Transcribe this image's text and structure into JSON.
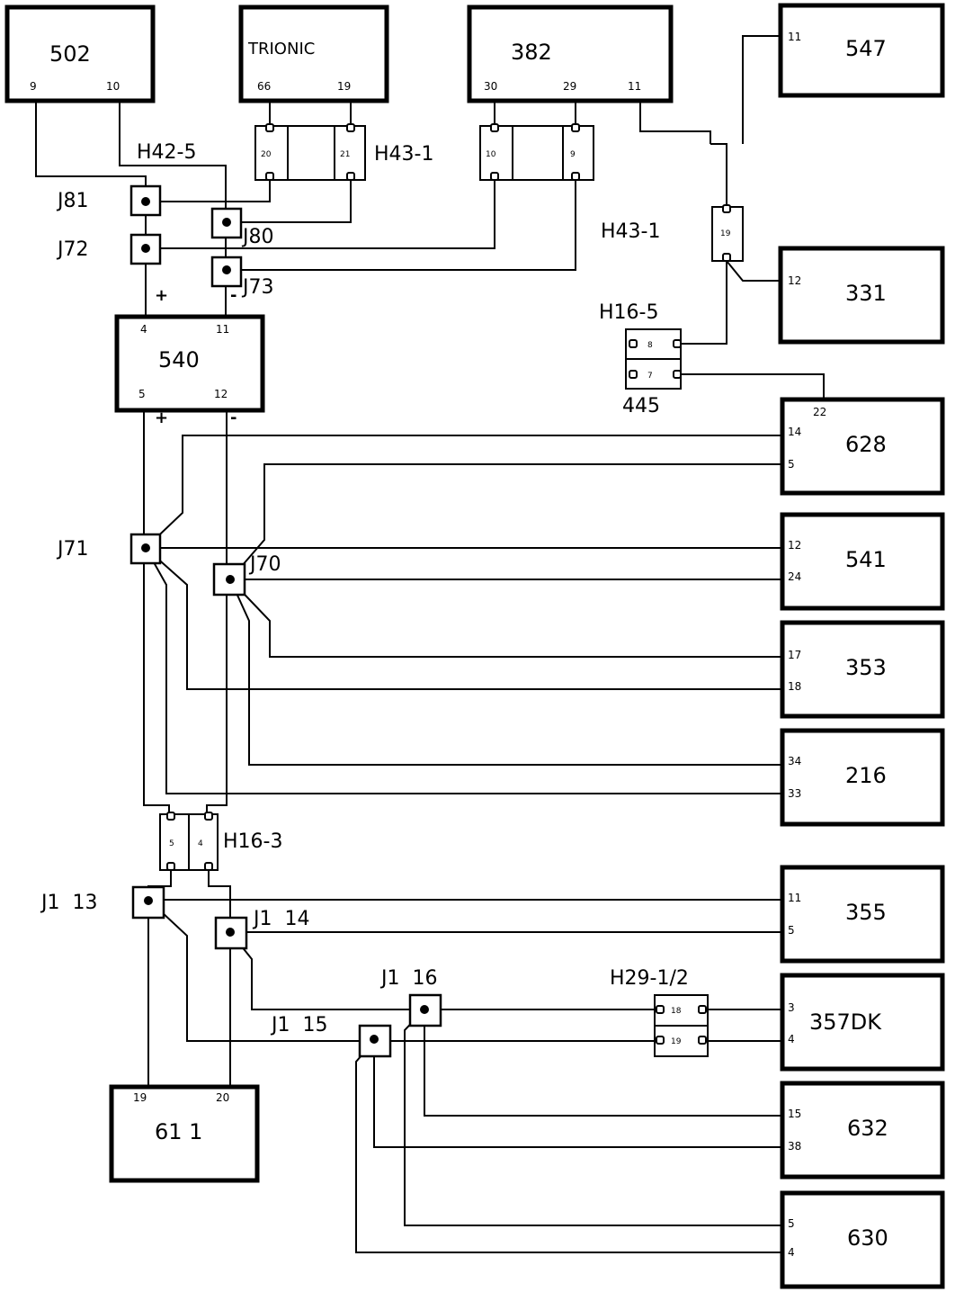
{
  "components": {
    "c502": {
      "name": "502",
      "pin_a": "9",
      "pin_b": "10"
    },
    "trionic": {
      "name": "TRIONIC",
      "pin_a": "66",
      "pin_b": "19"
    },
    "c382": {
      "name": "382",
      "pin_a": "30",
      "pin_b": "29",
      "pin_c": "11"
    },
    "c547": {
      "name": "547",
      "pin_a": "11"
    },
    "c331": {
      "name": "331",
      "pin_a": "12"
    },
    "c540": {
      "name": "540",
      "pin_tl": "4",
      "pin_tr": "11",
      "pin_bl": "5",
      "pin_br": "12"
    },
    "c628": {
      "name": "628",
      "pin_top": "22",
      "pin_a": "14",
      "pin_b": "5"
    },
    "c541": {
      "name": "541",
      "pin_a": "12",
      "pin_b": "24"
    },
    "c353": {
      "name": "353",
      "pin_a": "17",
      "pin_b": "18"
    },
    "c216": {
      "name": "216",
      "pin_a": "34",
      "pin_b": "33"
    },
    "c355": {
      "name": "355",
      "pin_a": "11",
      "pin_b": "5"
    },
    "c357": {
      "name": "357DK",
      "pin_a": "3",
      "pin_b": "4"
    },
    "c632": {
      "name": "632",
      "pin_a": "15",
      "pin_b": "38"
    },
    "c630": {
      "name": "630",
      "pin_a": "5",
      "pin_b": "4"
    },
    "c611": {
      "name": "61  1",
      "pin_a": "19",
      "pin_b": "20"
    }
  },
  "connectors": {
    "h42_5": "H42-5",
    "h43_1_top": "H43-1",
    "h43_1_right": "H43-1",
    "h16_5": "H16-5",
    "c445": "445",
    "h16_3": "H16-3",
    "h29": "H29-1/2"
  },
  "connector_pins": {
    "h43_a": "20",
    "h43_b": "21",
    "h43_c": "10",
    "h43_d": "9",
    "h43_e": "19",
    "h16_5_a": "8",
    "h16_5_b": "7",
    "h16_3_a": "5",
    "h16_3_b": "4",
    "h29_a": "18",
    "h29_b": "19"
  },
  "junctions": {
    "j81": "J81",
    "j72": "J72",
    "j80": "J80",
    "j73": "J73",
    "j71": "J71",
    "j70": "J70",
    "j1_13": "J1  13",
    "j1_14": "J1  14",
    "j1_15": "J1  15",
    "j1_16": "J1  16"
  },
  "polarity": {
    "plus": "+",
    "minus": "-"
  }
}
